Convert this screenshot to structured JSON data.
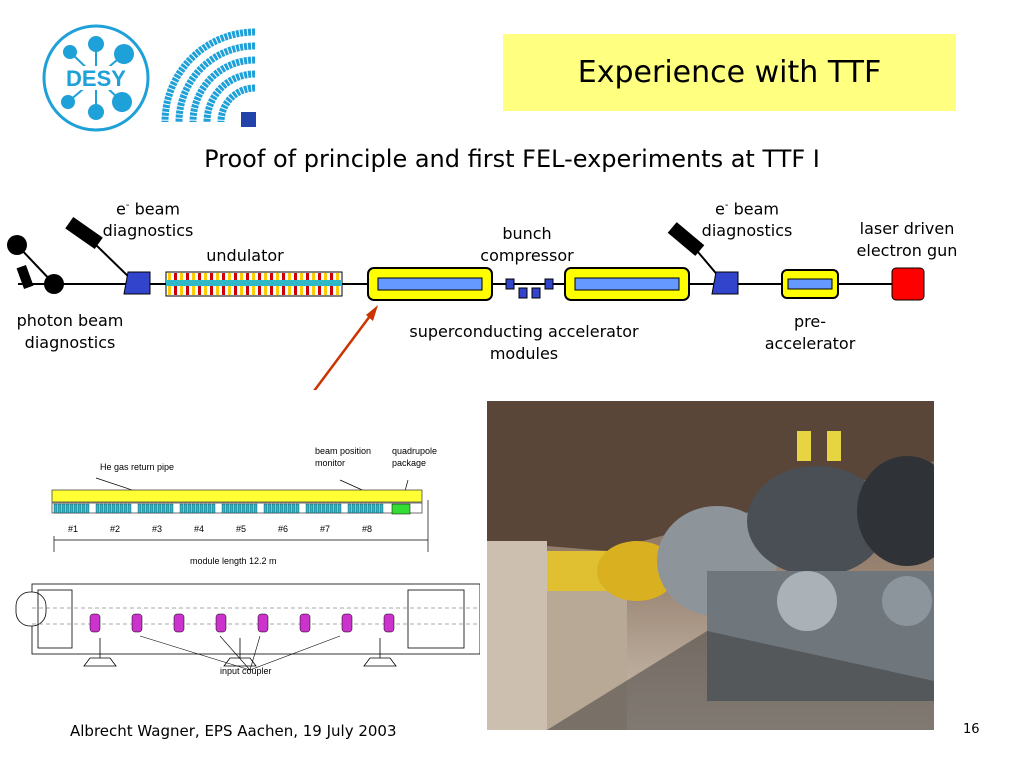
{
  "slide": {
    "title": "Experience with TTF",
    "subtitle": "Proof of principle and first FEL-experiments at TTF I",
    "footer": "Albrecht Wagner, EPS Aachen, 19 July 2003",
    "page_number": "16"
  },
  "logo": {
    "text": "DESY",
    "icon": "desy-logo-icon"
  },
  "diagram": {
    "labels": {
      "e_beam_left_prefix": "e",
      "e_beam_left_sup": "-",
      "e_beam_left_suffix": " beam",
      "e_beam_left_line2": "diagnostics",
      "undulator": "undulator",
      "bunch_compressor_line1": "bunch",
      "bunch_compressor_line2": "compressor",
      "e_beam_right_prefix": "e",
      "e_beam_right_sup": "-",
      "e_beam_right_suffix": " beam",
      "e_beam_right_line2": "diagnostics",
      "laser_gun_line1": "laser driven",
      "laser_gun_line2": "electron gun",
      "photon_beam_line1": "photon beam",
      "photon_beam_line2": "diagnostics",
      "sc_modules_line1": "superconducting accelerator",
      "sc_modules_line2": "modules",
      "pre_acc_line1": "pre-",
      "pre_acc_line2": "accelerator"
    },
    "colors": {
      "module_yellow": "#ffff00",
      "cavity_blue": "#6699ff",
      "gun_red": "#ff0000",
      "arrow": "#cc3300",
      "magnet_blue": "#3344cc"
    }
  },
  "module_drawing": {
    "labels": {
      "he_gas": "He gas return pipe",
      "beam_position": "beam position",
      "monitor": "monitor",
      "quadrupole": "quadrupole",
      "package": "package",
      "module_length": "module length  12.2 m",
      "input_coupler": "input coupler"
    },
    "cavities": [
      "#1",
      "#2",
      "#3",
      "#4",
      "#5",
      "#6",
      "#7",
      "#8"
    ]
  },
  "photo": {
    "alt": "TTF tunnel photograph"
  }
}
